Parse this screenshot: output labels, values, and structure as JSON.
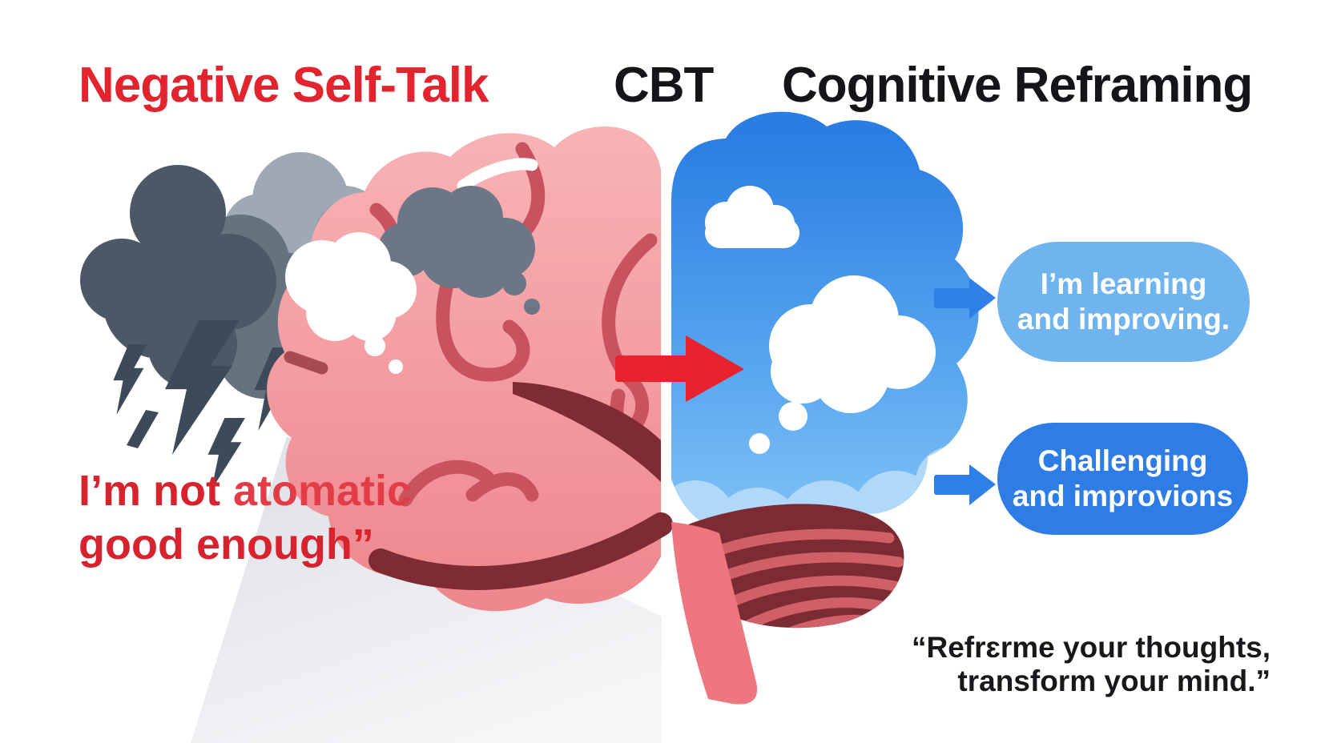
{
  "header": {
    "left_title": "Negative Self-Talk",
    "center_title": "CBT",
    "right_title": "Cognitive Reframing"
  },
  "negative_thought": {
    "line1_emphasis": "I’m not",
    "line1_rest": "atomatic",
    "line2": "good enough”"
  },
  "reframed_thoughts": {
    "bubble1": {
      "line1": "I’m learning",
      "line2": "and improving."
    },
    "bubble2": {
      "line1": "Challenging",
      "line2": "and improvions"
    }
  },
  "footer_quote": {
    "line1": "“Refrɛrme your thoughts,",
    "line2": "transform your mind.”"
  },
  "icons": {
    "left_scene": [
      "storm-clouds-icon",
      "lightning-bolt-icon",
      "negative-brain-icon",
      "dark-thought-cloud-icon",
      "white-thought-cloud-icon"
    ],
    "right_scene": [
      "positive-brain-cloud-icon",
      "cloud-icon",
      "thought-bubble-icon",
      "cerebellum-icon",
      "brainstem-icon"
    ],
    "arrows": [
      "transform-arrow-icon",
      "arrow-right-icon"
    ]
  },
  "colors": {
    "negative_red": "#e2242e",
    "title_black": "#141519",
    "brain_pink": "#f2a0a4",
    "sulci_red": "#c8525e",
    "storm_gray_dark": "#4d5866",
    "storm_gray_light": "#9fa9b6",
    "lightning_slate": "#3d4a5a",
    "positive_sky_top": "#2a7de2",
    "positive_sky_bottom": "#83c3f6",
    "bubble_light_blue": "#6fb4ef",
    "bubble_dark_blue": "#2e7ce5",
    "cerebellum_maroon": "#7c2b33",
    "transform_arrow_red": "#e8232e",
    "pointer_arrow_blue": "#2e7fe8",
    "shadow_gray": "#e2e4e9"
  }
}
